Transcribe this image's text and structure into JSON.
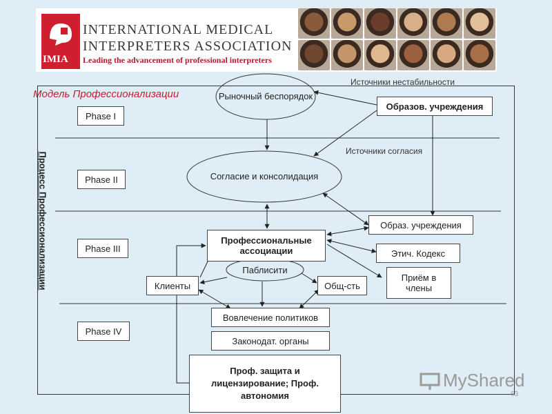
{
  "header": {
    "badge_label": "IMIA",
    "line1": "INTERNATIONAL MEDICAL",
    "line2": "INTERPRETERS ASSOCIATION",
    "tagline": "Leading the advancement of professional interpreters",
    "face_colors": [
      "#8a5a3c",
      "#c89a6a",
      "#6a3e2a",
      "#d7b08a",
      "#b07a50",
      "#e2c09a",
      "#704830",
      "#c4946a",
      "#e0b890",
      "#9a6040",
      "#d8a880",
      "#a87048"
    ]
  },
  "diagram": {
    "title": "Модель Профессионализации",
    "vertical_label": "Процесс Профессионализации",
    "phases": [
      "Phase I",
      "Phase II",
      "Phase III",
      "Phase IV"
    ],
    "top_label_instability": "Источники нестабильности",
    "label_consensus": "Источники согласия",
    "market": "Рыночный беспорядок",
    "consensus": "Согласие и консолидация",
    "edu_top": "Образов. учреждения",
    "edu_mid": "Образ. учреждения",
    "prof_assoc": "Профессиональные ассоциации",
    "ethics": "Этич. Кодекс",
    "membership": "Приём в члены",
    "publicity": "Паблисити",
    "clients": "Клиенты",
    "society": "Общ-сть",
    "politicians": "Вовлечение политиков",
    "legislature": "Законодат. органы",
    "protection": "Проф. защита и лицензирование; Проф. автономия"
  },
  "watermark": "MyShared",
  "page_number": "63"
}
